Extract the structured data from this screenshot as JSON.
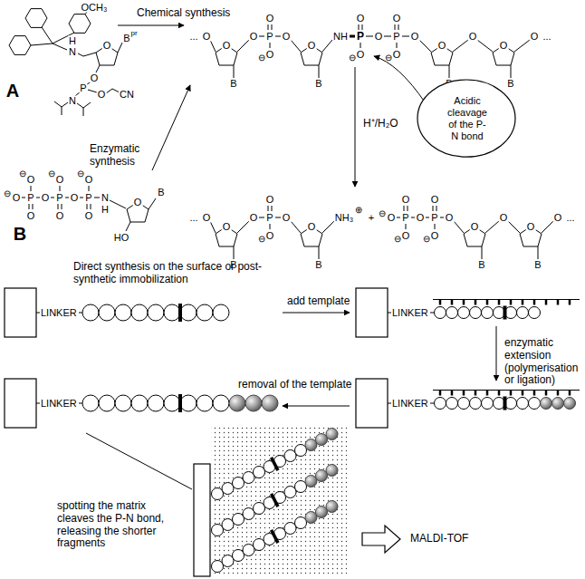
{
  "diagram": {
    "nodes": [
      {
        "text": [
          "Acidic cleavage of the P-N bond"
        ]
      }
    ],
    "labels": [
      "OCH₃",
      "H",
      "N",
      "O",
      "B",
      "pr",
      "O",
      "P",
      "O",
      "CN",
      "N",
      "A",
      "Chemical synthesis",
      "Enzymatic synthesis",
      "H⁺/H₂O",
      "...",
      "O",
      "B",
      "O",
      "O",
      "P",
      "O",
      "O",
      "⊖",
      "O",
      "O",
      "B",
      "NH",
      "P",
      "O",
      "O",
      "⊖",
      "O",
      "P",
      "O",
      "O",
      "⊖",
      "O",
      "O",
      "B",
      "O",
      "O",
      "B",
      "O",
      "...",
      "...",
      "O",
      "O",
      "B",
      "O",
      "P",
      "O",
      "O",
      "⊖",
      "O",
      "O",
      "B",
      "NH₃",
      "⊕",
      "+",
      "⊖",
      "O",
      "P",
      "O",
      "O",
      "⊖",
      "O",
      "P",
      "O",
      "O",
      "⊖",
      "O",
      "O",
      "B",
      "O",
      "O",
      "B",
      "O",
      "...",
      "⊖",
      "O",
      "P",
      "O",
      "⊖",
      "O",
      "O",
      "P",
      "O",
      "⊖",
      "O",
      "O",
      "P",
      "O",
      "⊖",
      "O",
      "N",
      "H",
      "O",
      "B",
      "HO",
      "B",
      "Direct synthesis on the surface or post-synthetic immobilization",
      "LINKER",
      "add template",
      "LINKER",
      "enzymatic extension (polymerisation or ligation)",
      "removal of the template",
      "LINKER",
      "LINKER",
      "spotting the matrix cleaves the P-N bond, releasing the shorter fragments",
      "MALDI-TOF"
    ]
  }
}
